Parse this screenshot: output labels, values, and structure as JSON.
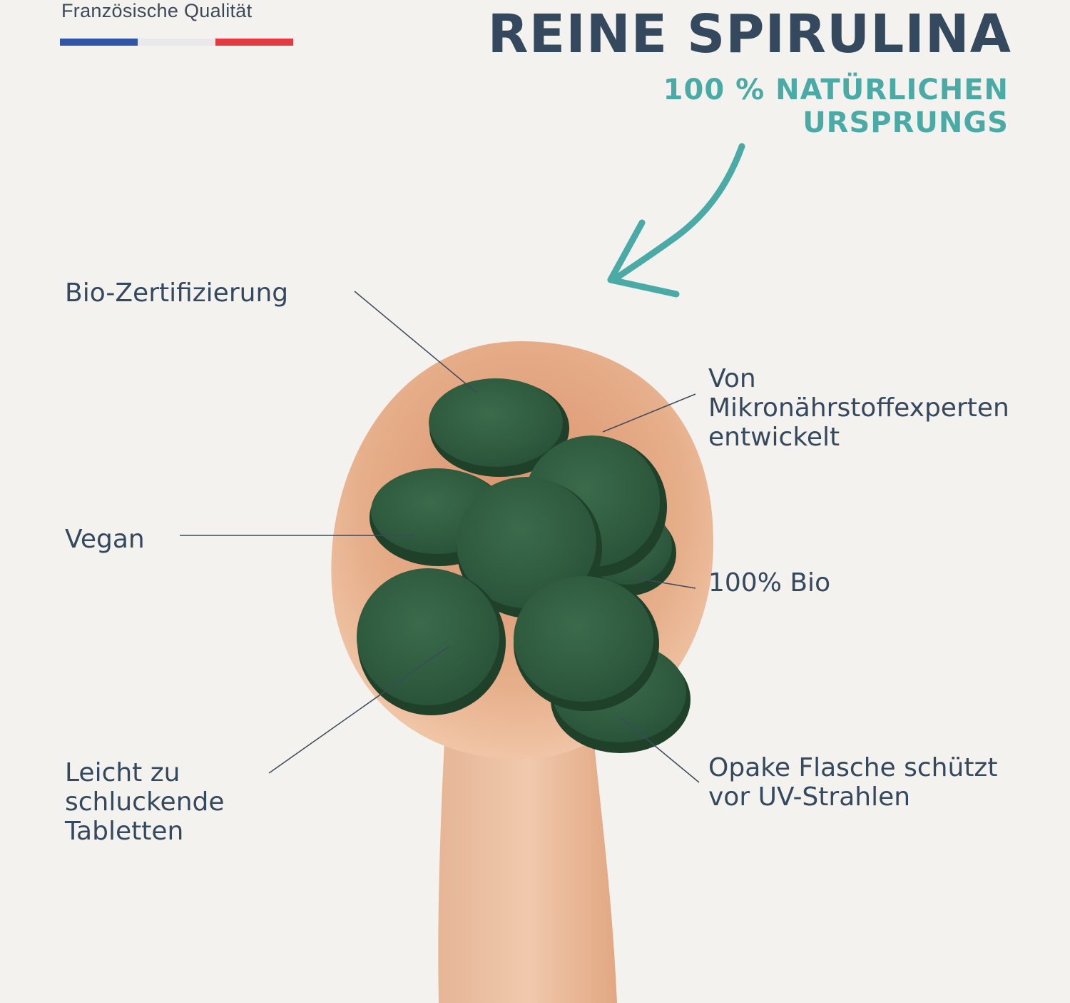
{
  "header": {
    "quality_label": "Französische Qualität",
    "flag_colors": [
      "#2f56a6",
      "#efeff1",
      "#e43b43"
    ],
    "title": "REINE SPIRULINA",
    "subtitle_line1": "100 % NATÜRLICHEN",
    "subtitle_line2": "URSPRUNGS"
  },
  "features": {
    "bio_cert": "Bio-Zertifizierung",
    "experts_line1": "Von",
    "experts_line2": "Mikronährstoffexperten",
    "experts_line3": "entwickelt",
    "vegan": "Vegan",
    "bio100": "100% Bio",
    "tablets_line1": "Leicht zu",
    "tablets_line2": "schluckende",
    "tablets_line3": "Tabletten",
    "bottle_line1": "Opake Flasche schützt",
    "bottle_line2": "vor UV-Strahlen"
  },
  "colors": {
    "title": "#34495e",
    "accent": "#49aaa6",
    "tablet": "#2e5a3e",
    "spoon": "#e2a782"
  }
}
